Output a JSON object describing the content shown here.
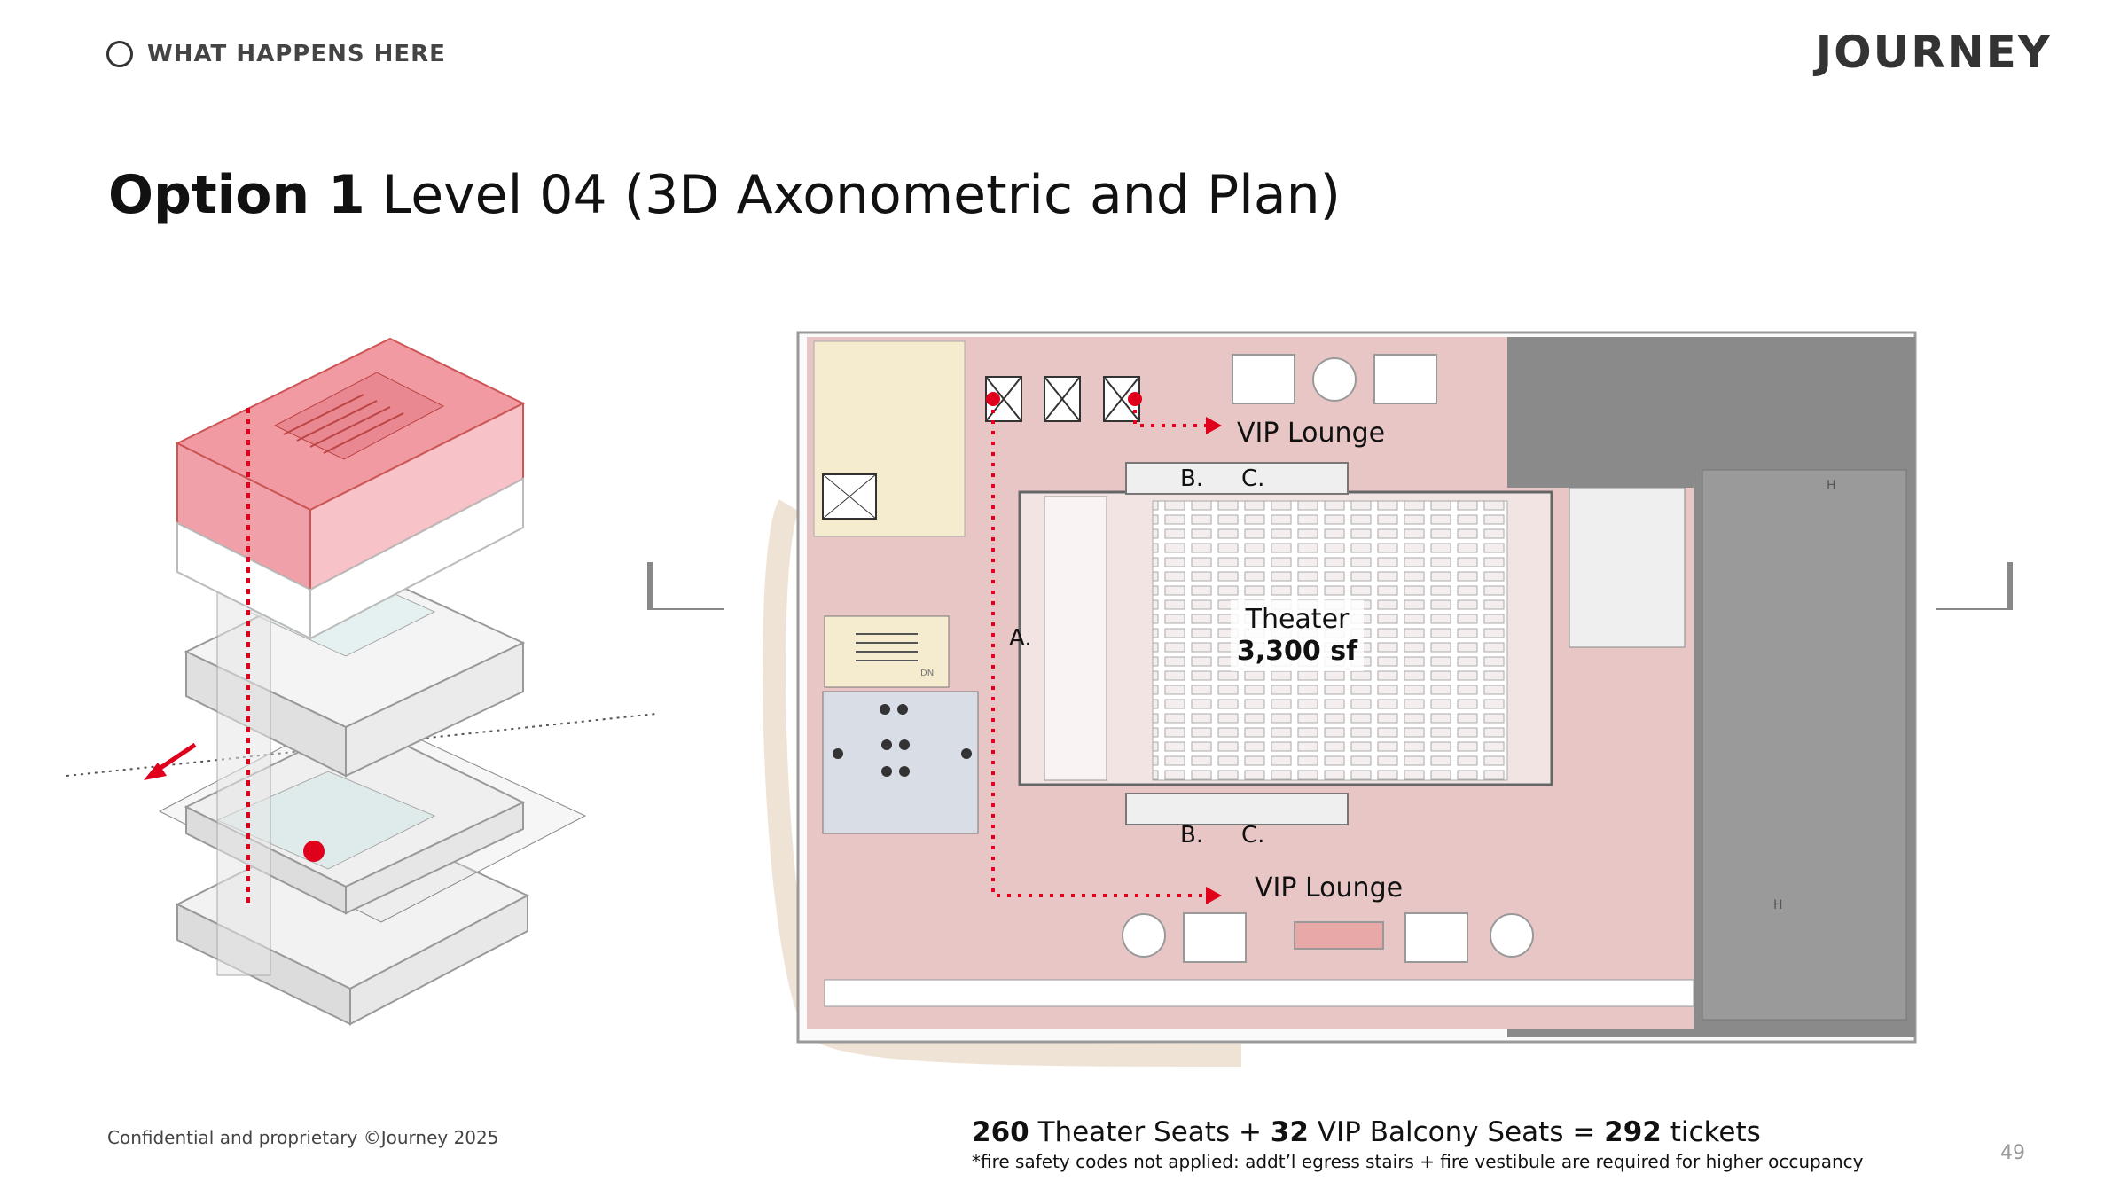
{
  "header": {
    "section_label": "WHAT HAPPENS HERE",
    "logo": "JOURNEY"
  },
  "title": {
    "bold": "Option 1",
    "rest": " Level 04 (3D Axonometric and Plan)"
  },
  "plan": {
    "vip_lounge_top": "VIP Lounge",
    "vip_lounge_bottom": "VIP Lounge",
    "label_a": "A.",
    "label_b_top": "B.",
    "label_c_top": "C.",
    "label_b_bottom": "B.",
    "label_c_bottom": "C.",
    "theater_name": "Theater",
    "theater_area": "3,300 sf",
    "stair_dn": "DN",
    "elevator_h_top": "H",
    "elevator_h_bottom": "H"
  },
  "footer": {
    "confidential": "Confidential and proprietary ©Journey 2025",
    "seats": {
      "theater_count": "260",
      "theater_text": " Theater Seats + ",
      "vip_count": "32",
      "vip_text": " VIP Balcony Seats = ",
      "total": "292",
      "total_text": " tickets"
    },
    "note": "*fire safety codes not applied: addt’l egress stairs + fire vestibule are required for higher occupancy",
    "page_number": "49"
  },
  "colors": {
    "highlight_red": "#e0001b",
    "pink_zone": "#e8c6c6",
    "light_pink": "#f3e4e4",
    "core_yellow": "#f5ecd0",
    "restroom_blue": "#d9dde6",
    "existing_gray": "#8a8a8a"
  }
}
